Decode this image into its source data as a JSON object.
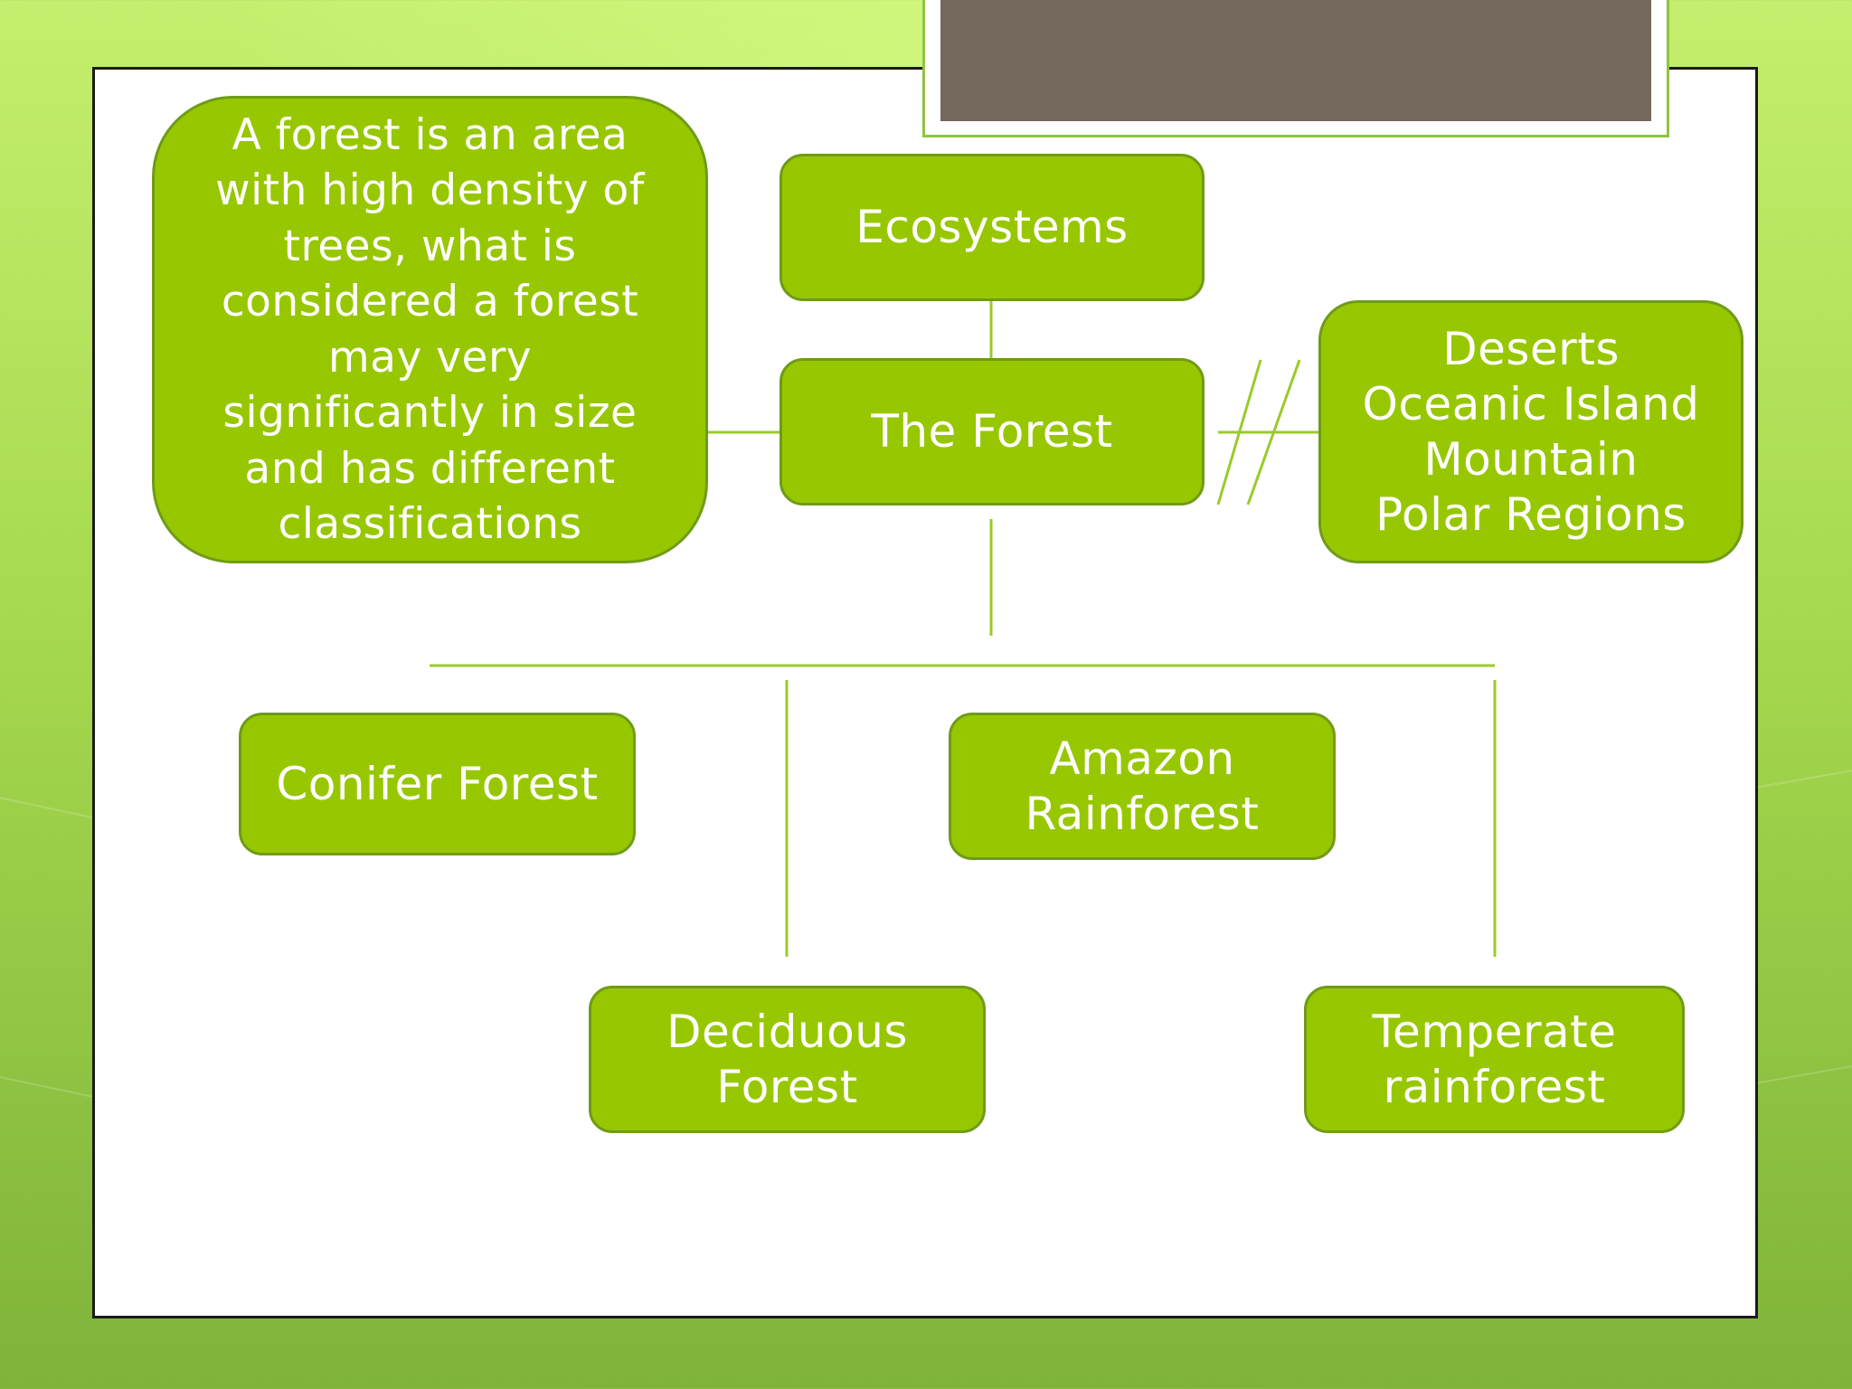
{
  "diagram": {
    "definition": "A forest is an area\nwith high density of\ntrees, what is\nconsidered a forest\nmay very\nsignificantly in size\nand has different\nclassifications",
    "ecosystems": "Ecosystems",
    "forest": "The Forest",
    "others": "Deserts\nOceanic Island\nMountain\nPolar Regions",
    "conifer": "Conifer Forest",
    "amazon": "Amazon\nRainforest",
    "deciduous": "Deciduous\nForest",
    "temperate": "Temperate\nrainforest"
  },
  "colors": {
    "node_fill": "#97c700",
    "node_border": "#6f9b17",
    "connector": "#9acb2a",
    "title_box": "#74695c"
  }
}
